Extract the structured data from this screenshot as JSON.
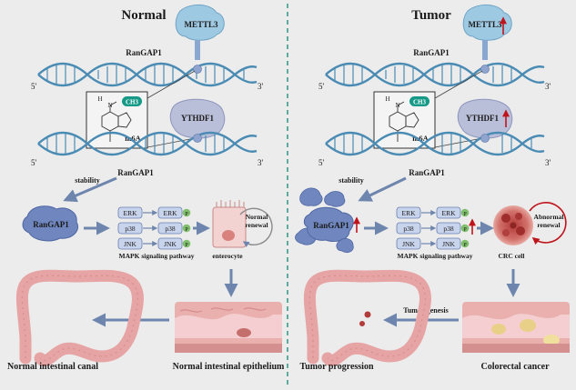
{
  "normal": {
    "title": "Normal",
    "writer": "METTL3",
    "gene": "RanGAP1",
    "reader": "YTHDF1",
    "mark": "m6A",
    "methyl": "CH3",
    "nitrogen": "N",
    "hydrogen": "H",
    "dna_5": "5'",
    "dna_3": "3'",
    "stability": "stability",
    "mrna": "RanGAP1",
    "protein": "RanGAP1",
    "pathway": {
      "erk": "ERK",
      "p38": "p38",
      "jnk": "JNK",
      "p": "P",
      "label": "MAPK signaling pathway"
    },
    "cell_label": "enterocyte",
    "renewal": [
      "Normal",
      "renewal"
    ],
    "epithelium_label": "Normal intestinal epithelium",
    "canal_label": "Normal intestinal canal"
  },
  "tumor": {
    "title": "Tumor",
    "writer": "METTL3",
    "gene": "RanGAP1",
    "reader": "YTHDF1",
    "mark": "m6A",
    "methyl": "CH3",
    "nitrogen": "N",
    "hydrogen": "H",
    "dna_5": "5'",
    "dna_3": "3'",
    "stability": "stability",
    "mrna": "RanGAP1",
    "protein": "RanGAP1",
    "pathway": {
      "erk": "ERK",
      "p38": "p38",
      "jnk": "JNK",
      "p": "P",
      "label": "MAPK signaling pathway"
    },
    "cell_label": "CRC cell",
    "renewal": [
      "Abnormal",
      "renewal"
    ],
    "tumorigenesis": "Tumorigenesis",
    "cancer_label": "Colorectal cancer",
    "progression_label": "Tumor progression"
  },
  "colors": {
    "background": "#ececec",
    "divider": "#3a9a8c",
    "dna": "#4a8bb4",
    "writer": "#9ec9e2",
    "reader": "#b9bfd9",
    "protein": "#6f86bf",
    "arrow": "#6e86ad",
    "up_arrow": "#c0141c",
    "phospho": "#7fbf6b",
    "tissue": "#e6a5a4"
  }
}
